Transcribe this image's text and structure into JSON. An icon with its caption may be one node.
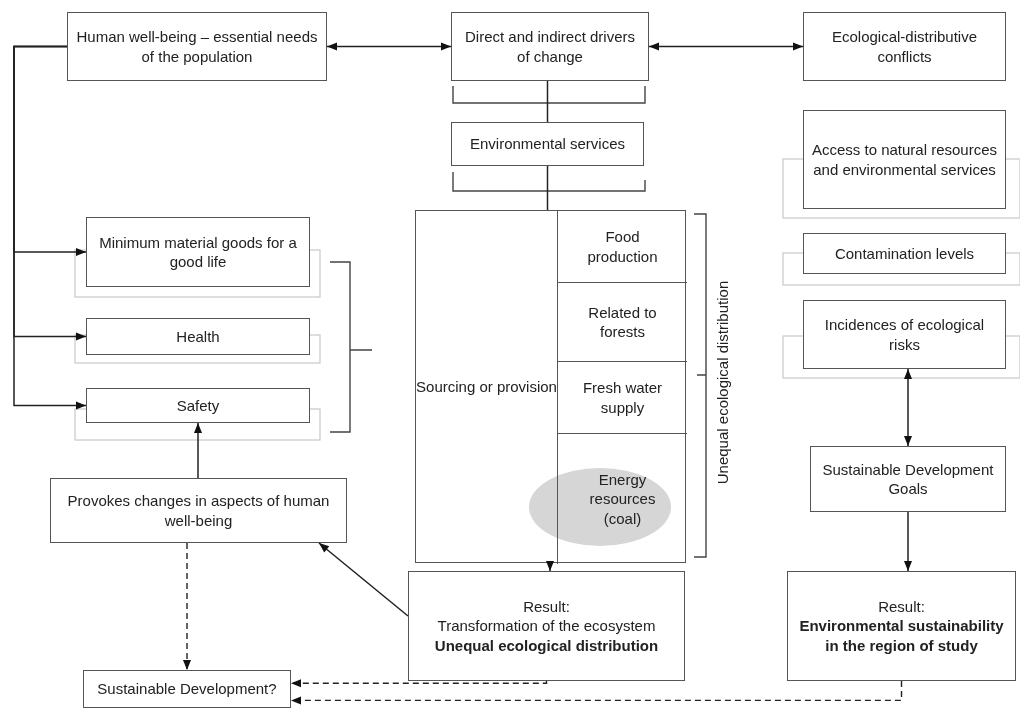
{
  "diagram": {
    "nodes": [
      {
        "text": [
          "Human well-being – essential needs of the population"
        ]
      },
      {
        "text": [
          "Direct and indirect drivers of change"
        ]
      },
      {
        "text": [
          "Ecological-distributive conflicts"
        ]
      },
      {
        "text": [
          "Environmental services"
        ]
      },
      {
        "text": [
          "Sourcing or provision"
        ]
      },
      {
        "text": [
          "Food production"
        ],
        "in": 4
      },
      {
        "text": [
          "Related to forests"
        ],
        "in": 4
      },
      {
        "text": [
          "Fresh water supply"
        ],
        "in": 4
      },
      {
        "text": [
          "Energy resources (coal)"
        ],
        "in": 4
      },
      {
        "text": [
          "Access to natural resources and environmental services"
        ]
      },
      {
        "text": [
          "Contamination levels"
        ]
      },
      {
        "text": [
          "Incidences of ecological risks"
        ]
      },
      {
        "text": [
          "Sustainable Development Goals"
        ]
      },
      {
        "text": [
          "Result:",
          "Transformation of the ecosystem **Unequal ecological distribution**"
        ]
      },
      {
        "text": [
          "Result: **Environmental sustainability in the region of study**"
        ]
      },
      {
        "text": [
          "Provokes changes in aspects of human well-being"
        ]
      },
      {
        "text": [
          "Sustainable Development?"
        ]
      },
      {
        "text": [
          "Minimum material goods for a good life"
        ]
      },
      {
        "text": [
          "Health"
        ]
      },
      {
        "text": [
          "Safety"
        ]
      }
    ],
    "edges": [
      {
        "from": 0,
        "to": 1,
        "arrow": "both"
      },
      {
        "from": 1,
        "to": 2,
        "arrow": "both"
      },
      {
        "from": 1,
        "to": 3,
        "arrow": "none"
      },
      {
        "from": 3,
        "to": 4,
        "arrow": "none"
      },
      {
        "from": 0,
        "to": 17,
        "arrow": "to"
      },
      {
        "from": 0,
        "to": 18,
        "arrow": "to"
      },
      {
        "from": 0,
        "to": 19,
        "arrow": "to"
      },
      {
        "from": 15,
        "to": 19,
        "arrow": "to"
      },
      {
        "from": 4,
        "to": 13,
        "arrow": "to"
      },
      {
        "from": 13,
        "to": 15,
        "arrow": "to"
      },
      {
        "from": 15,
        "to": 16,
        "arrow": "to",
        "style": "dashed"
      },
      {
        "from": 13,
        "to": 16,
        "arrow": "to",
        "style": "dashed"
      },
      {
        "from": 14,
        "to": 16,
        "arrow": "to",
        "style": "dashed"
      },
      {
        "from": 11,
        "to": 12,
        "arrow": "both"
      },
      {
        "from": 12,
        "to": 14,
        "arrow": "to"
      }
    ],
    "labels": [
      "Unequal ecological distribution"
    ]
  }
}
